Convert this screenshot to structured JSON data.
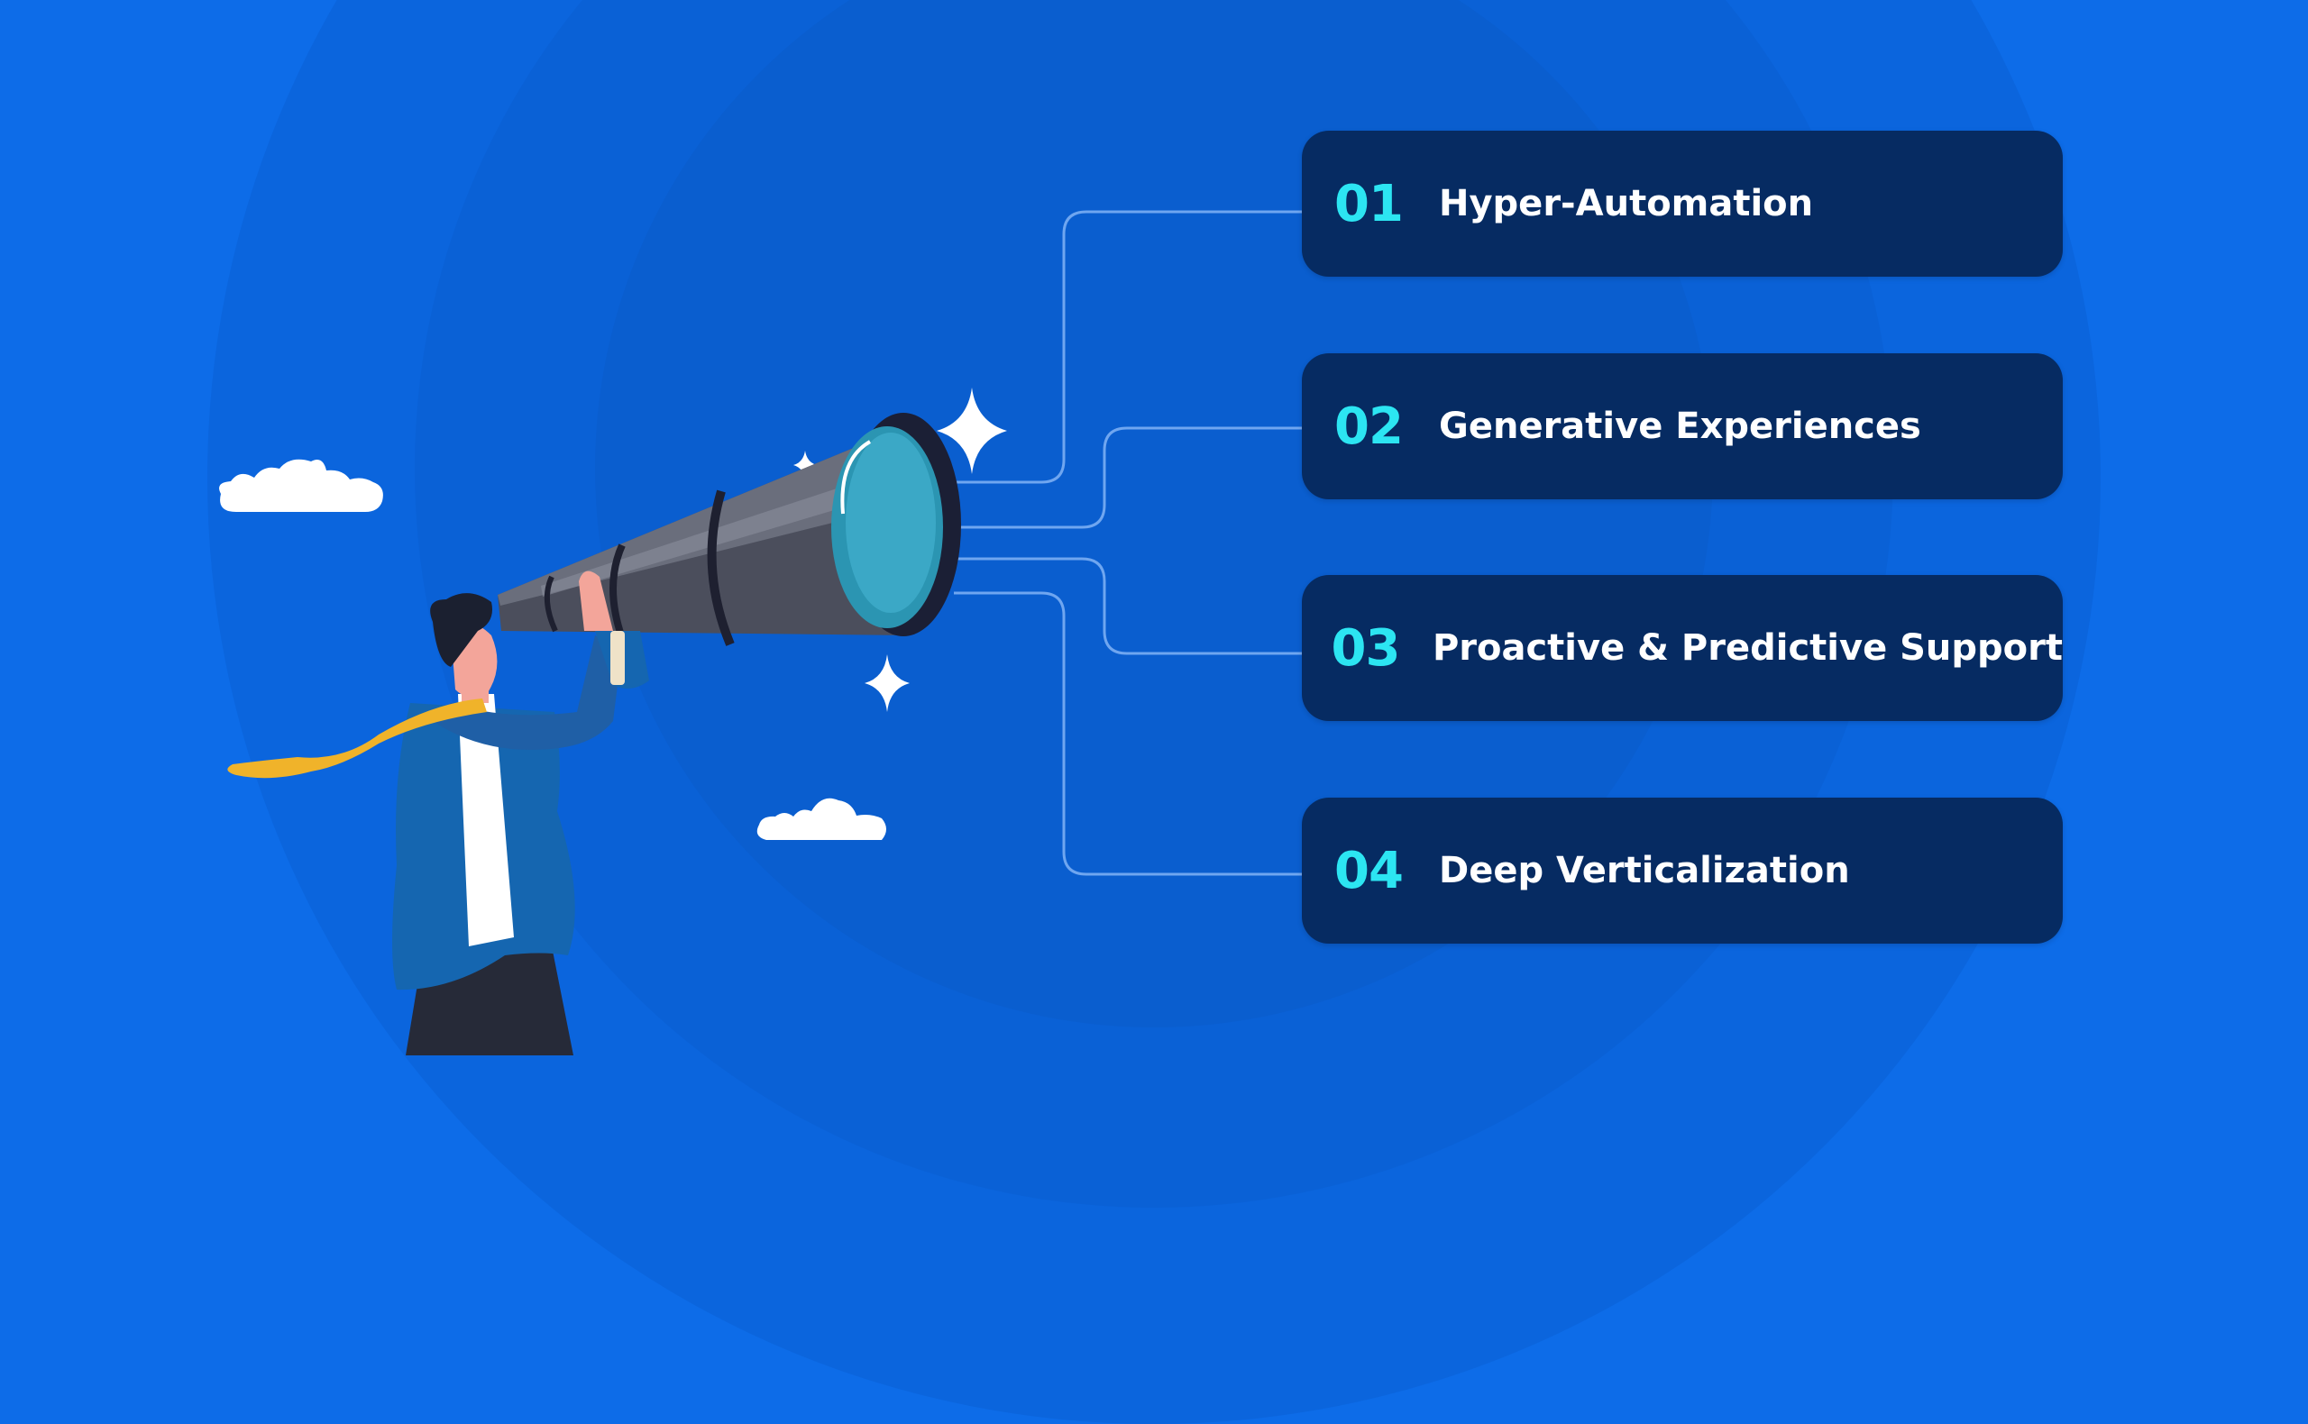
{
  "colors": {
    "background": "#0d6ce8",
    "card": "#062b62",
    "number": "#2ce5f2",
    "label": "#ffffff",
    "connector": "#6fa6f0"
  },
  "items": [
    {
      "number": "01",
      "label": "Hyper-Automation"
    },
    {
      "number": "02",
      "label": "Generative Experiences"
    },
    {
      "number": "03",
      "label": "Proactive & Predictive Support"
    },
    {
      "number": "04",
      "label": "Deep Verticalization"
    }
  ],
  "illustration": {
    "subject": "businessman-with-telescope",
    "icons": [
      "sparkle-icon",
      "cloud-icon"
    ]
  }
}
